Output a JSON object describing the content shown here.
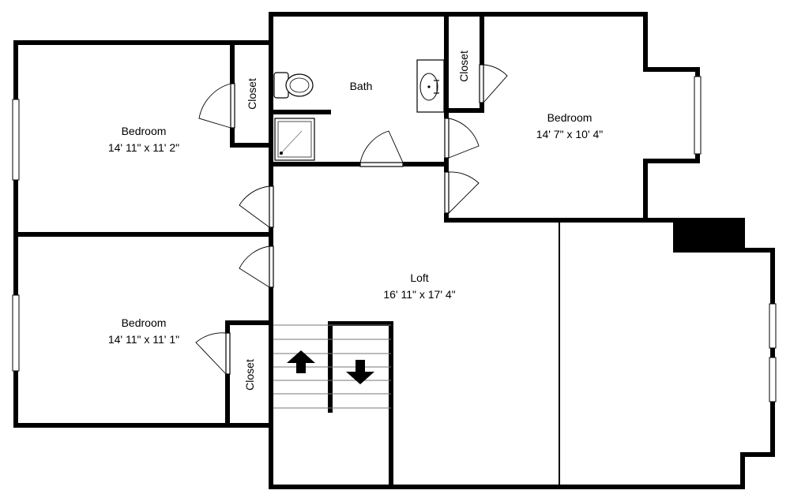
{
  "rooms": {
    "bedroom_left_top": {
      "name": "Bedroom",
      "dims": "14' 11\" x 11' 2\""
    },
    "bedroom_left_bottom": {
      "name": "Bedroom",
      "dims": "14' 11\" x 11' 1\""
    },
    "bedroom_right": {
      "name": "Bedroom",
      "dims": "14' 7\" x 10' 4\""
    },
    "loft": {
      "name": "Loft",
      "dims": "16' 11\" x 17' 4\""
    },
    "bath": {
      "name": "Bath"
    },
    "closet_top_left": {
      "name": "Closet"
    },
    "closet_top_right": {
      "name": "Closet"
    },
    "closet_bottom": {
      "name": "Closet"
    }
  },
  "stairs": {
    "up_icon": "arrow-up",
    "down_icon": "arrow-down"
  }
}
